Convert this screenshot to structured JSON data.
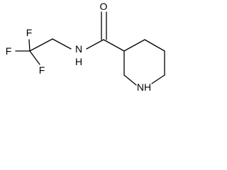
{
  "diagram": {
    "type": "chemical-structure",
    "atoms": [
      {
        "id": "o1",
        "label": "O"
      },
      {
        "id": "n_amide",
        "label": "N"
      },
      {
        "id": "h_amide",
        "label": "H"
      },
      {
        "id": "f1",
        "label": "F"
      },
      {
        "id": "f2",
        "label": "F"
      },
      {
        "id": "f3",
        "label": "F"
      },
      {
        "id": "n_ring",
        "label": "NH"
      }
    ]
  }
}
